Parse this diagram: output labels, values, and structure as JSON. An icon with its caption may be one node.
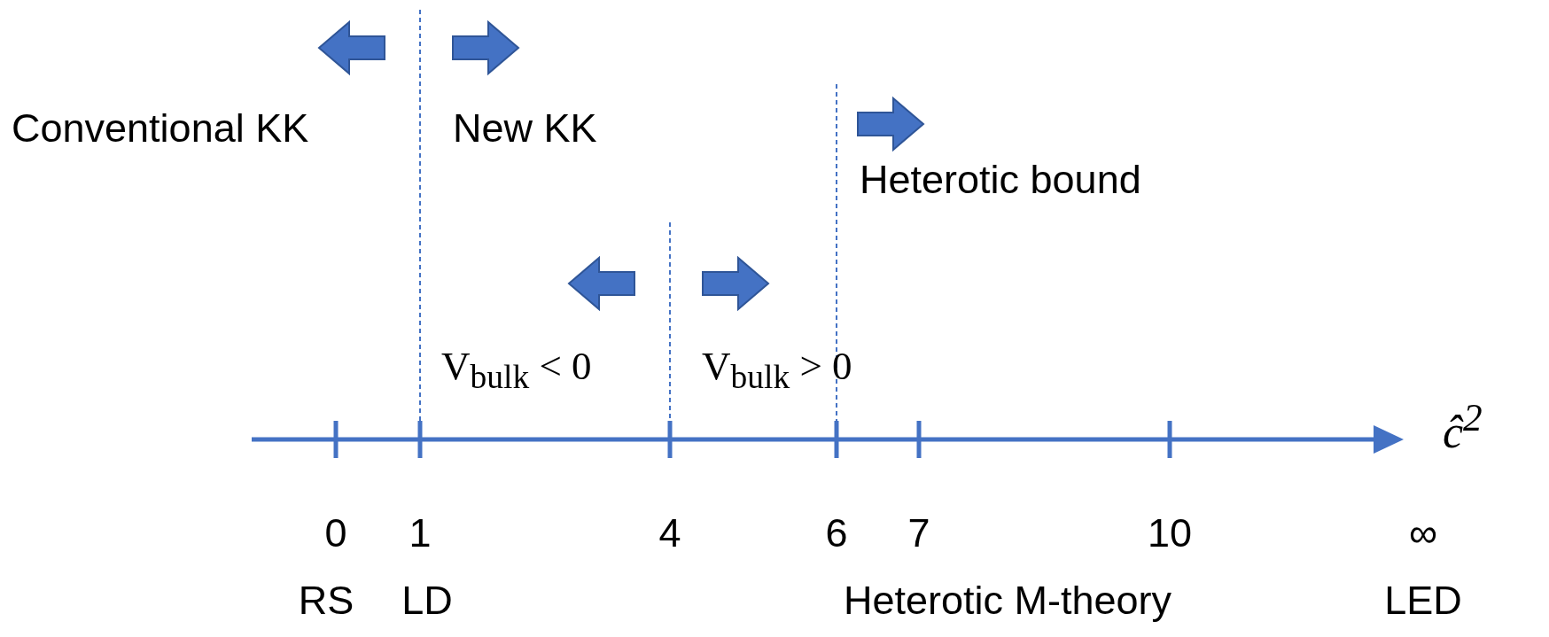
{
  "diagram": {
    "labels": [
      "Conventional KK",
      "New KK",
      "Heterotic bound",
      "V$_{bulk}$ < 0",
      "V$_{bulk}$ > 0",
      "ĉ$^{2}$",
      "0",
      "1",
      "4",
      "6",
      "7",
      "10",
      "∞",
      "RS",
      "LD",
      "Heterotic M-theory",
      "LED"
    ]
  }
}
